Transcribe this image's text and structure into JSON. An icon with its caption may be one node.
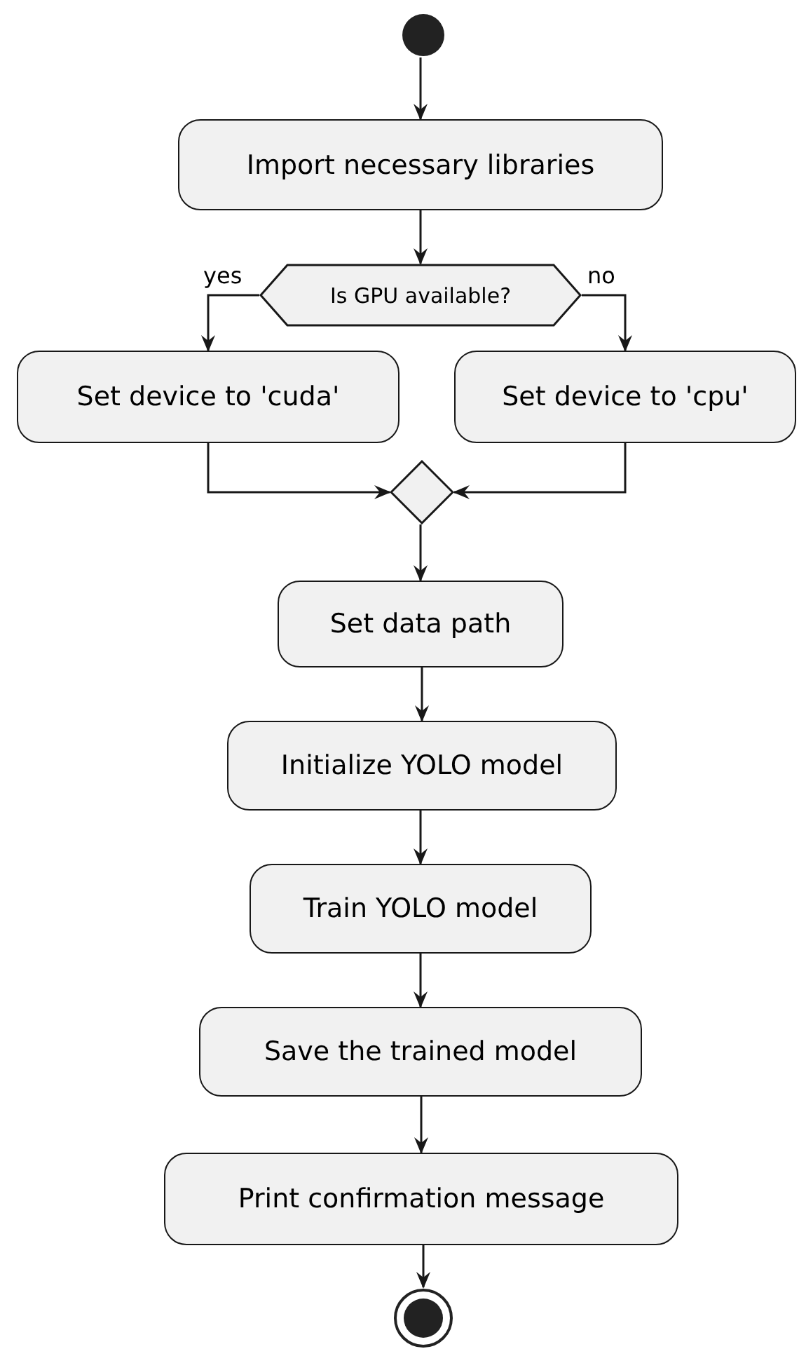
{
  "diagram": {
    "nodes": [
      {
        "text": [],
        "shape": "circle"
      },
      {
        "text": [
          "Import necessary libraries"
        ]
      },
      {
        "text": [
          "Is GPU available?"
        ]
      },
      {
        "text": [
          "Set device to 'cuda'"
        ]
      },
      {
        "text": [
          "Set device to 'cpu'"
        ]
      },
      {
        "text": [],
        "shape": "diamond"
      },
      {
        "text": [
          "Set data path"
        ]
      },
      {
        "text": [
          "Initialize YOLO model"
        ]
      },
      {
        "text": [
          "Train YOLO model"
        ]
      },
      {
        "text": [
          "Save the trained model"
        ]
      },
      {
        "text": [
          "Print confirmation message"
        ]
      },
      {
        "text": [],
        "shape": "circle"
      }
    ],
    "edges": [
      {
        "from": 0,
        "to": 1,
        "arrow": "to"
      },
      {
        "from": 1,
        "to": 2,
        "arrow": "to"
      },
      {
        "from": 2,
        "to": 3,
        "arrow": "to",
        "label": "yes"
      },
      {
        "from": 2,
        "to": 4,
        "arrow": "to",
        "label": "no"
      },
      {
        "from": 3,
        "to": 5,
        "arrow": "to"
      },
      {
        "from": 4,
        "to": 5,
        "arrow": "to"
      },
      {
        "from": 5,
        "to": 6,
        "arrow": "to"
      },
      {
        "from": 6,
        "to": 7,
        "arrow": "to"
      },
      {
        "from": 7,
        "to": 8,
        "arrow": "to"
      },
      {
        "from": 8,
        "to": 9,
        "arrow": "to"
      },
      {
        "from": 9,
        "to": 10,
        "arrow": "to"
      },
      {
        "from": 10,
        "to": 11,
        "arrow": "to"
      }
    ]
  }
}
